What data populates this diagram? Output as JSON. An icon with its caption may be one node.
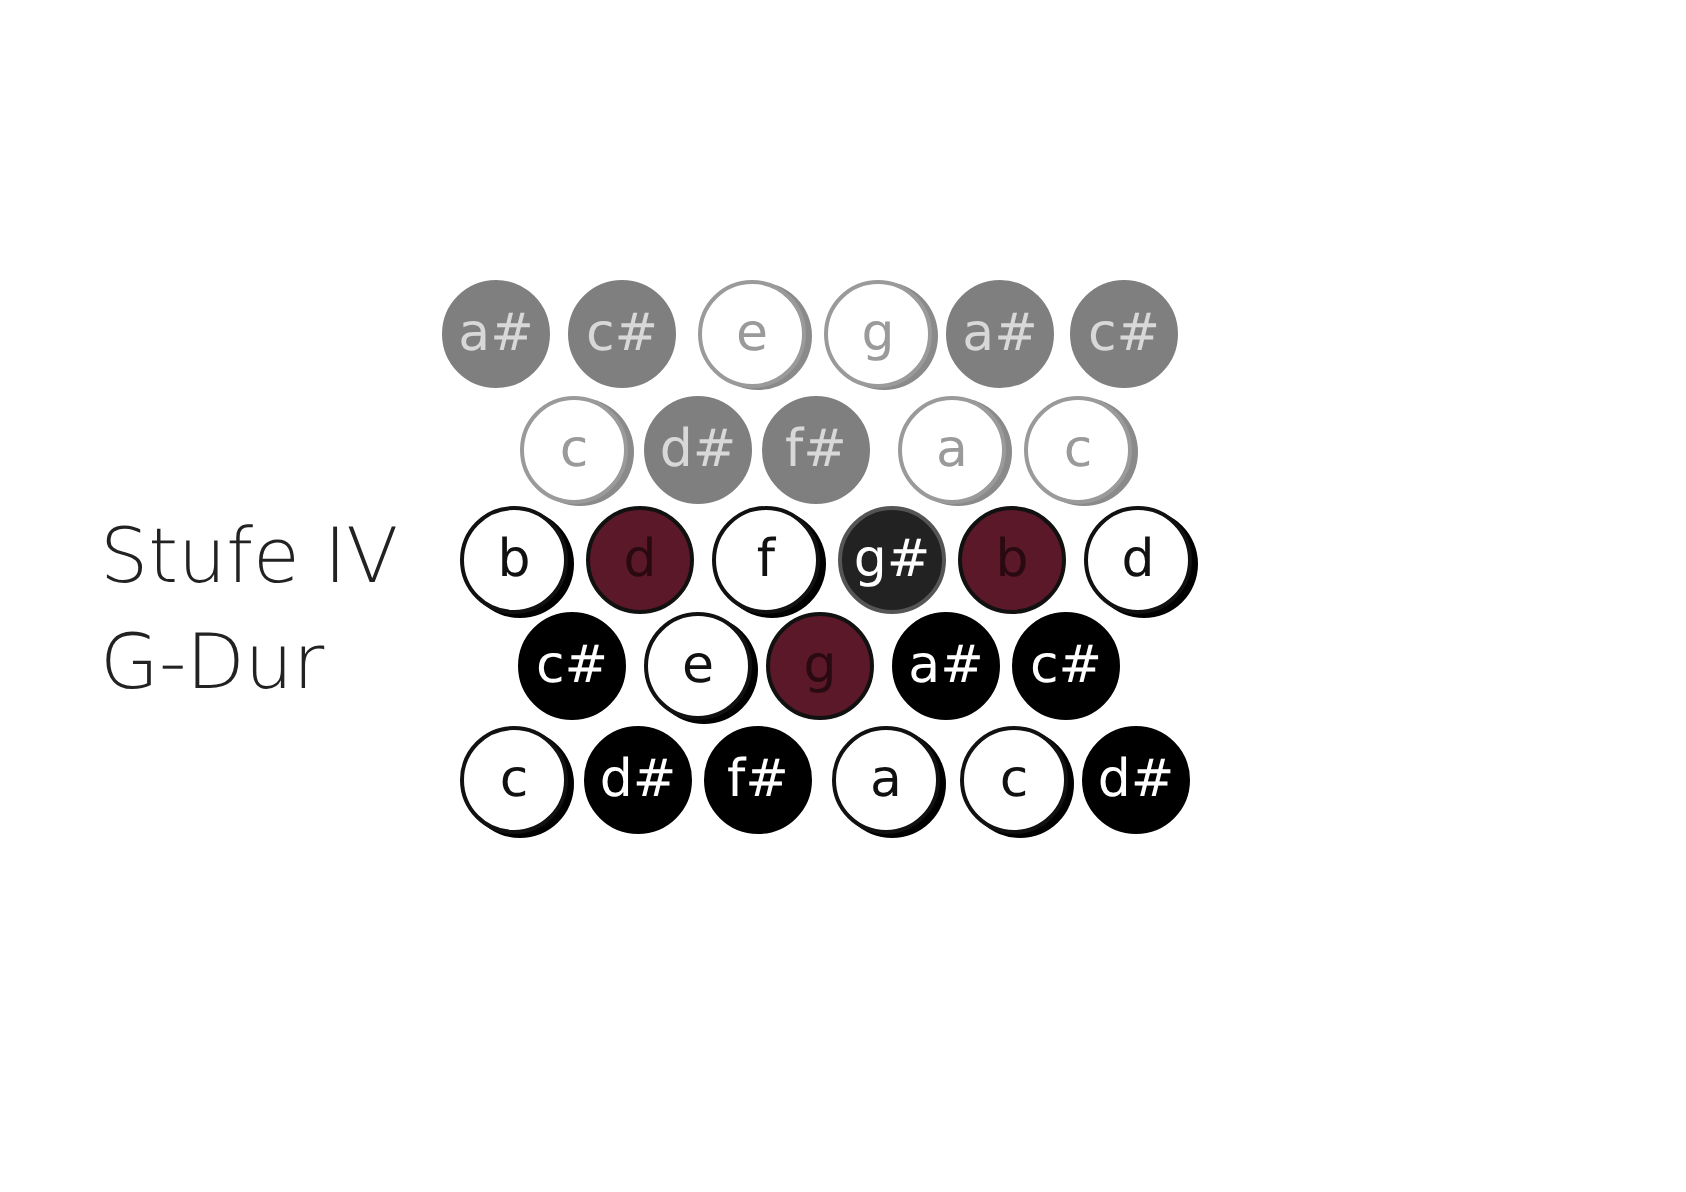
{
  "diagram": {
    "nodes": [
      {
        "text": [
          "a#"
        ]
      },
      {
        "text": [
          "c#"
        ]
      },
      {
        "text": [
          "e"
        ]
      },
      {
        "text": [
          "g"
        ]
      },
      {
        "text": [
          "a#"
        ]
      },
      {
        "text": [
          "c#"
        ]
      },
      {
        "text": [
          "c"
        ]
      },
      {
        "text": [
          "d#"
        ]
      },
      {
        "text": [
          "f#"
        ]
      },
      {
        "text": [
          "a"
        ]
      },
      {
        "text": [
          "c"
        ]
      },
      {
        "text": [
          "b"
        ]
      },
      {
        "text": [
          "d"
        ]
      },
      {
        "text": [
          "f"
        ]
      },
      {
        "text": [
          "g#"
        ]
      },
      {
        "text": [
          "b"
        ]
      },
      {
        "text": [
          "d"
        ]
      },
      {
        "text": [
          "c#"
        ]
      },
      {
        "text": [
          "e"
        ]
      },
      {
        "text": [
          "g"
        ]
      },
      {
        "text": [
          "a#"
        ]
      },
      {
        "text": [
          "c#"
        ]
      },
      {
        "text": [
          "c"
        ]
      },
      {
        "text": [
          "d#"
        ]
      },
      {
        "text": [
          "f#"
        ]
      },
      {
        "text": [
          "a"
        ]
      },
      {
        "text": [
          "c"
        ]
      },
      {
        "text": [
          "d#"
        ]
      }
    ],
    "labels": [
      "Stufe IV G-Dur"
    ]
  }
}
